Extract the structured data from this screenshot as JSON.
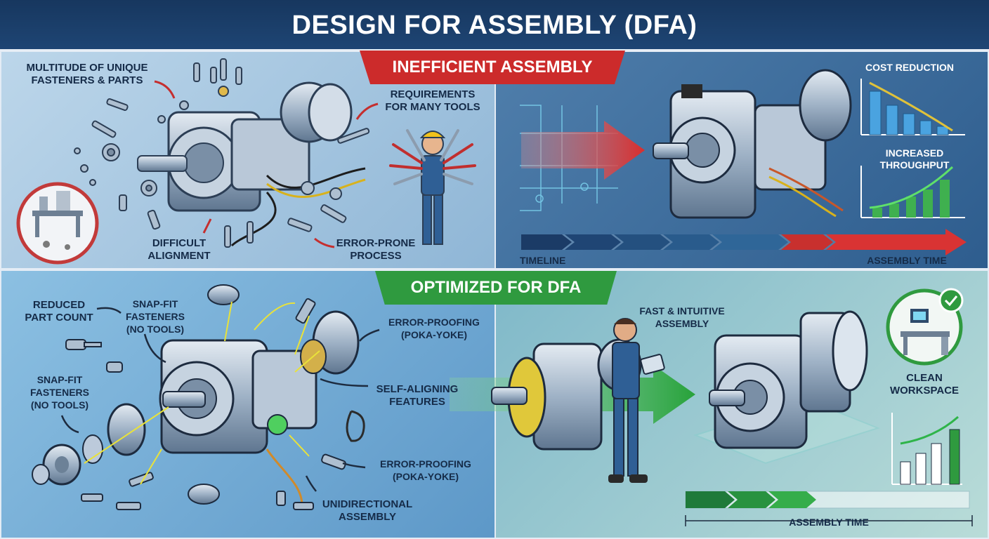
{
  "title": "DESIGN FOR ASSEMBLY (DFA)",
  "inefficient": {
    "banner": "INEFFICIENT ASSEMBLY",
    "labels": {
      "multitude": "MULTITUDE OF UNIQUE\nFASTENERS & PARTS",
      "tools": "REQUIREMENTS\nFOR MANY TOOLS",
      "alignment": "DIFFICULT\nALIGNMENT",
      "error_prone": "ERROR-PRONE\nPROCESS"
    },
    "timeline_label": "TIMELINE",
    "assembly_time": "ASSEMBLY TIME",
    "cost_reduction": "COST REDUCTION",
    "increased_throughput": "INCREASED THROUGHPUT"
  },
  "optimized": {
    "banner": "OPTIMIZED FOR DFA",
    "labels": {
      "reduced": "REDUCED\nPART COUNT",
      "snap_top": "SNAP-FIT\nFASTENERS\n(NO TOOLS)",
      "snap_left": "SNAP-FIT\nFASTENERS\n(NO TOOLS)",
      "poka_top": "ERROR-PROOFING\n(POKA-YOKE)",
      "self_align": "SELF-ALIGNING\nFEATURES",
      "poka_bottom": "ERROR-PROOFING\n(POKA-YOKE)",
      "unidirectional": "UNIDIRECTIONAL\nASSEMBLY",
      "fast": "FAST & INTUITIVE\nASSEMBLY",
      "clean": "CLEAN\nWORKSPACE"
    },
    "assembly_time": "ASSEMBLY TIME"
  },
  "colors": {
    "red": "#cc2b2b",
    "green": "#2f9a3f",
    "navy": "#17375f"
  }
}
